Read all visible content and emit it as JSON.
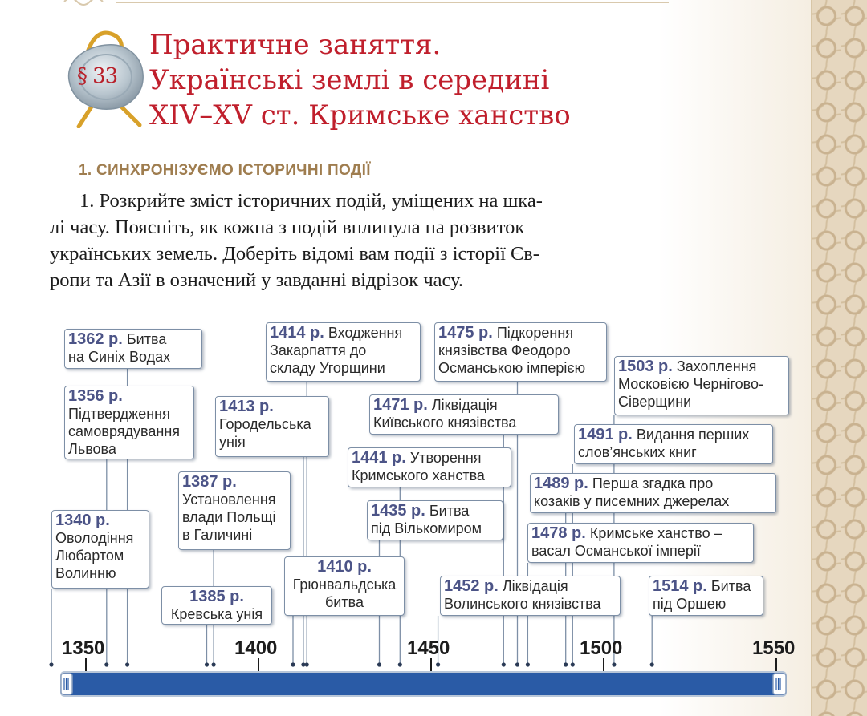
{
  "paragraph_badge": "§ 33",
  "title_lines": [
    "Практичне заняття.",
    "Українські землі в середині",
    "XIV–XV ст. Кримське ханство"
  ],
  "section_heading": "1. СИНХРОНІЗУЄМО ІСТОРИЧНІ ПОДІЇ",
  "task_lines": [
    "1. Розкрийте зміст історичних подій, уміщених на шка-",
    "лі часу. Поясніть, як кожна з подій вплинула на розвиток",
    "українських земель. Доберіть відомі вам події з історії Єв-",
    "ропи та Азії в означений у завданні відрізок часу."
  ],
  "colors": {
    "title": "#c01f2c",
    "heading": "#9f7d4f",
    "year": "#4c5487",
    "bar": "#2a5ba6"
  },
  "timeline": {
    "axis_labels": [
      "1350",
      "1400",
      "1450",
      "1500",
      "1550"
    ],
    "events": [
      {
        "year": 1362,
        "year_label": "1362 р.",
        "text": [
          "Битва",
          "на Синіх Водах"
        ]
      },
      {
        "year": 1356,
        "year_label": "1356 р.",
        "text": [
          "Підтвердження",
          "самоврядування",
          "Львова"
        ]
      },
      {
        "year": 1340,
        "year_label": "1340 р.",
        "text": [
          "Оволодіння",
          "Любартом",
          "Волинню"
        ]
      },
      {
        "year": 1387,
        "year_label": "1387 р.",
        "text": [
          "Установлення",
          "влади Польщі",
          "в Галичині"
        ]
      },
      {
        "year": 1385,
        "year_label": "1385 р.",
        "text": [
          "Кревська унія"
        ]
      },
      {
        "year": 1413,
        "year_label": "1413 р.",
        "text": [
          "Городельська",
          "унія"
        ]
      },
      {
        "year": 1414,
        "year_label": "1414 р.",
        "text": [
          "Входження",
          "Закарпаття до",
          "складу Угорщини"
        ]
      },
      {
        "year": 1410,
        "year_label": "1410 р.",
        "text": [
          "Грюнвальдська",
          "битва"
        ]
      },
      {
        "year": 1475,
        "year_label": "1475 р.",
        "text": [
          "Підкорення",
          "князівства Феодоро",
          "Османською імперією"
        ]
      },
      {
        "year": 1471,
        "year_label": "1471 р.",
        "text": [
          "Ліквідація",
          "Київського князівства"
        ]
      },
      {
        "year": 1441,
        "year_label": "1441 р.",
        "text": [
          "Утворення",
          "Кримського ханства"
        ]
      },
      {
        "year": 1435,
        "year_label": "1435 р.",
        "text": [
          "Битва",
          "під Вількомиром"
        ]
      },
      {
        "year": 1452,
        "year_label": "1452 р.",
        "text": [
          "Ліквідація",
          "Волинського князівства"
        ]
      },
      {
        "year": 1503,
        "year_label": "1503 р.",
        "text": [
          "Захоплення",
          "Московією Чернігово-",
          "Сіверщини"
        ]
      },
      {
        "year": 1491,
        "year_label": "1491 р.",
        "text": [
          "Видання перших",
          "слов’янських книг"
        ]
      },
      {
        "year": 1489,
        "year_label": "1489 р.",
        "text": [
          "Перша згадка про",
          "козаків у писемних джерелах"
        ]
      },
      {
        "year": 1478,
        "year_label": "1478 р.",
        "text": [
          "Кримське ханство –",
          "васал Османської імперії"
        ]
      },
      {
        "year": 1514,
        "year_label": "1514 р.",
        "text": [
          "Битва",
          "під Оршею"
        ]
      }
    ]
  }
}
